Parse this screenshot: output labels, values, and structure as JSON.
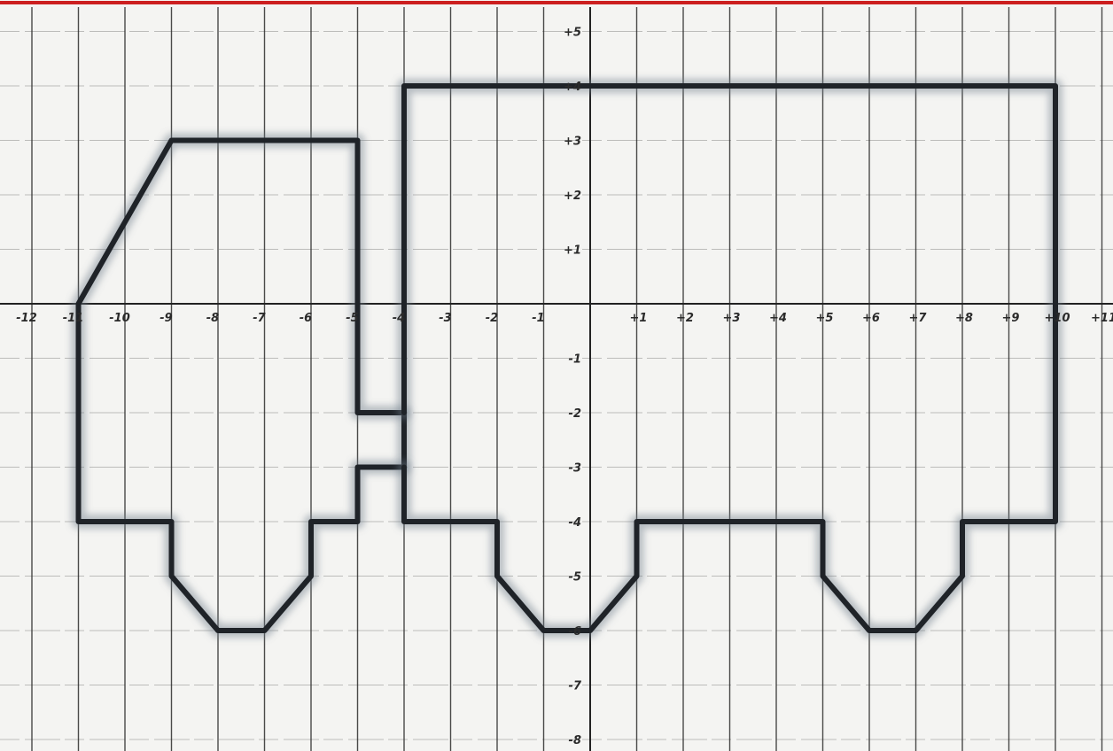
{
  "diagram": {
    "type": "hand-drawn coordinate grid drawing",
    "x_tick_labels": [
      {
        "value": -12,
        "label": "-12"
      },
      {
        "value": -11,
        "label": "-11"
      },
      {
        "value": -10,
        "label": "-10"
      },
      {
        "value": -9,
        "label": "-9"
      },
      {
        "value": -8,
        "label": "-8"
      },
      {
        "value": -7,
        "label": "-7"
      },
      {
        "value": -6,
        "label": "-6"
      },
      {
        "value": -5,
        "label": "-5"
      },
      {
        "value": -4,
        "label": "-4"
      },
      {
        "value": -3,
        "label": "-3"
      },
      {
        "value": -2,
        "label": "-2"
      },
      {
        "value": -1,
        "label": "-1"
      },
      {
        "value": 1,
        "label": "+1"
      },
      {
        "value": 2,
        "label": "+2"
      },
      {
        "value": 3,
        "label": "+3"
      },
      {
        "value": 4,
        "label": "+4"
      },
      {
        "value": 5,
        "label": "+5"
      },
      {
        "value": 6,
        "label": "+6"
      },
      {
        "value": 7,
        "label": "+7"
      },
      {
        "value": 8,
        "label": "+8"
      },
      {
        "value": 9,
        "label": "+9"
      },
      {
        "value": 10,
        "label": "+10"
      },
      {
        "value": 11,
        "label": "+11"
      }
    ],
    "y_tick_labels": [
      {
        "value": 5,
        "label": "+5"
      },
      {
        "value": 4,
        "label": "+4"
      },
      {
        "value": 3,
        "label": "+3"
      },
      {
        "value": 2,
        "label": "+2"
      },
      {
        "value": 1,
        "label": "+1"
      },
      {
        "value": -1,
        "label": "-1"
      },
      {
        "value": -2,
        "label": "-2"
      },
      {
        "value": -3,
        "label": "-3"
      },
      {
        "value": -4,
        "label": "-4"
      },
      {
        "value": -5,
        "label": "-5"
      },
      {
        "value": -6,
        "label": "-6"
      },
      {
        "value": -7,
        "label": "-7"
      },
      {
        "value": -8,
        "label": "-8"
      }
    ],
    "x_range": [
      -12,
      11
    ],
    "y_range": [
      -8,
      5
    ],
    "shapes": [
      {
        "name": "truck-cab-outline",
        "points": [
          [
            -11,
            0
          ],
          [
            -9,
            3
          ],
          [
            -5,
            3
          ],
          [
            -5,
            -2
          ],
          [
            -4,
            -2
          ],
          [
            -4,
            -3
          ],
          [
            -5,
            -3
          ],
          [
            -5,
            -4
          ],
          [
            -6,
            -4
          ],
          [
            -6,
            -5
          ],
          [
            -7,
            -6
          ],
          [
            -8,
            -6
          ],
          [
            -9,
            -5
          ],
          [
            -9,
            -4
          ],
          [
            -11,
            -4
          ],
          [
            -11,
            0
          ]
        ]
      },
      {
        "name": "truck-trailer-outline",
        "points": [
          [
            -4,
            -2
          ],
          [
            -4,
            4
          ],
          [
            10,
            4
          ],
          [
            10,
            -4
          ],
          [
            8,
            -4
          ],
          [
            8,
            -5
          ],
          [
            7,
            -6
          ],
          [
            6,
            -6
          ],
          [
            5,
            -5
          ],
          [
            5,
            -4
          ],
          [
            1,
            -4
          ],
          [
            1,
            -5
          ],
          [
            0,
            -6
          ],
          [
            -1,
            -6
          ],
          [
            -2,
            -5
          ],
          [
            -2,
            -4
          ],
          [
            -4,
            -4
          ],
          [
            -4,
            -3
          ]
        ]
      }
    ],
    "colors": {
      "grid_line": "#2b2b2b",
      "outline": "#1f2328",
      "outline_glow": "#6b7a88",
      "top_border": "#cc1f1f",
      "paper": "#f4f4f2"
    }
  }
}
